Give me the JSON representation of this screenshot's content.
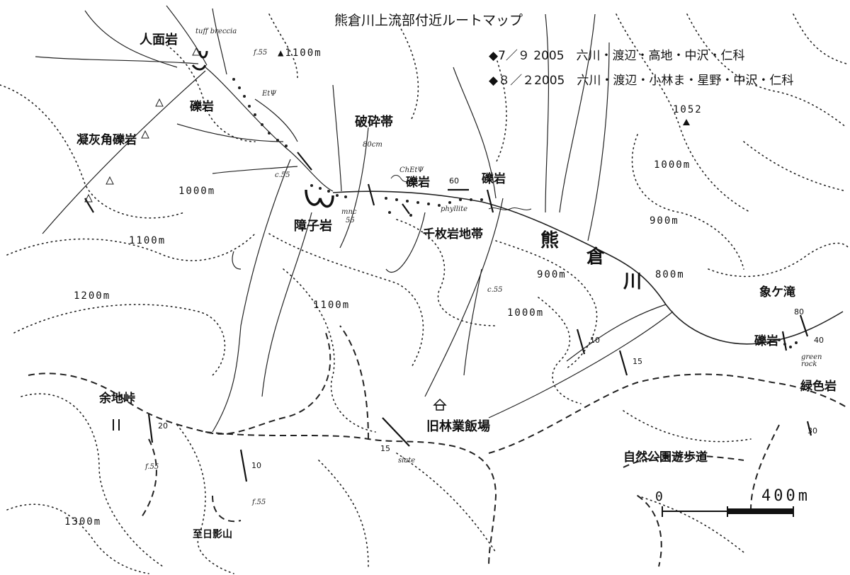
{
  "title": "熊倉川上流部付近ルートマップ",
  "trips": [
    "◆7／９ 2005　六川・渡辺・高地・中沢・仁科",
    "◆８／２2005　六川・渡辺・小林ま・星野・中沢・仁科"
  ],
  "places": {
    "jinmen_iwa": "人面岩",
    "reki_gan_1": "礫岩",
    "gyokai_kaku": "凝灰角礫岩",
    "shoji_iwa": "障子岩",
    "hasai_tai": "破砕帯",
    "reki_gan_2": "礫岩",
    "reki_gan_3": "礫岩",
    "senmai_chitai": "千枚岩地帯",
    "zouga_taki": "象ケ滝",
    "reki_gan_4": "礫岩",
    "ryokushoku_gan": "緑色岩",
    "yochi_touge": "余地峠",
    "kyu_ringyo": "旧林業飯場",
    "shizen_koen": "自然公園遊歩道",
    "to_hikage": "至日影山"
  },
  "river": {
    "chars": [
      "熊",
      "倉",
      "川"
    ]
  },
  "contours": {
    "c1100_top": "▲1100m",
    "c1052": "1052",
    "c1000_left": "1000m",
    "c1000_right": "1000m",
    "c1100_left": "1100m",
    "c900_right": "900m",
    "c900_mid": "900m",
    "c800": "800m",
    "c1200": "1200m",
    "c1100_mid": "1100m",
    "c1000_mid": "1000m",
    "c1300": "1300m"
  },
  "annotations": {
    "tuff_breccia": "tuff breccia",
    "fss_top": "f.55",
    "eta": "EtΨ",
    "cs_left": "c.55",
    "cm80": "80cm",
    "chert": "ChEtΨ",
    "mnc": "mnc",
    "mnc_ss": "55",
    "phyllite": "phyllite",
    "cs_mid": "c.55",
    "green_rock": "green rock",
    "slate": "slate",
    "fss_a": "f.55",
    "fss_b": "f.55"
  },
  "dips": {
    "d60": "60",
    "d10_right": "10",
    "d15_right": "15",
    "d80": "80",
    "d40": "40",
    "d30": "30",
    "d20": "20",
    "d10_low": "10",
    "d15_slate": "15"
  },
  "scale": {
    "zero": "0",
    "label": "400m",
    "distance_m": 400
  },
  "icons": {
    "camp": "hut-icon",
    "peak": "triangle-peak-icon"
  }
}
